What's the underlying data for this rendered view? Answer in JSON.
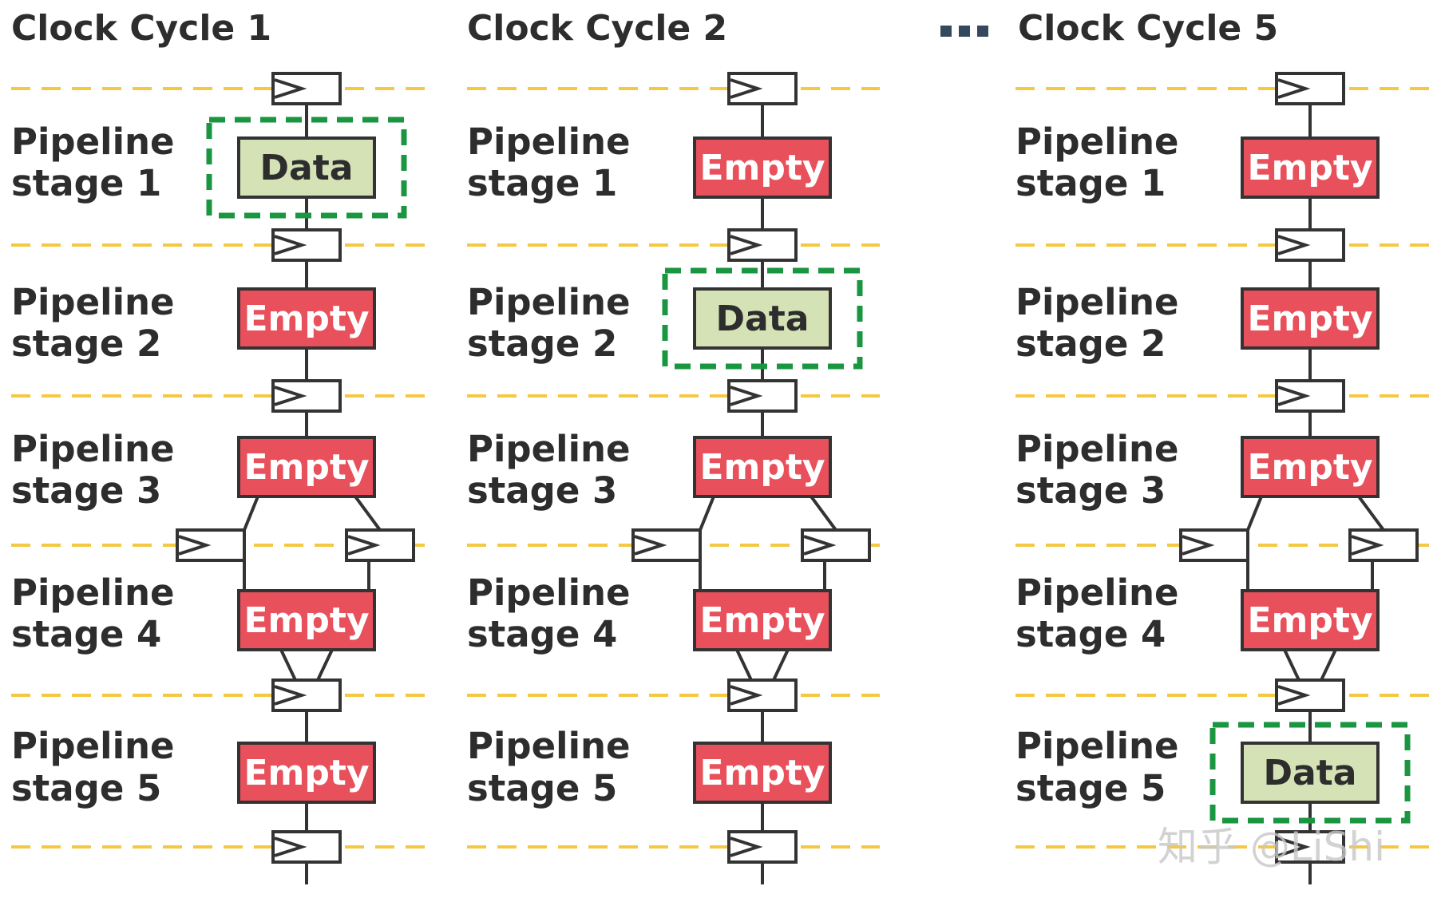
{
  "columns": [
    {
      "title": "Clock Cycle 1",
      "stages": [
        {
          "label_line1": "Pipeline",
          "label_line2": "stage 1",
          "state": "Data"
        },
        {
          "label_line1": "Pipeline",
          "label_line2": "stage 2",
          "state": "Empty"
        },
        {
          "label_line1": "Pipeline",
          "label_line2": "stage 3",
          "state": "Empty"
        },
        {
          "label_line1": "Pipeline",
          "label_line2": "stage 4",
          "state": "Empty"
        },
        {
          "label_line1": "Pipeline",
          "label_line2": "stage 5",
          "state": "Empty"
        }
      ]
    },
    {
      "title": "Clock Cycle 2",
      "stages": [
        {
          "label_line1": "Pipeline",
          "label_line2": "stage 1",
          "state": "Empty"
        },
        {
          "label_line1": "Pipeline",
          "label_line2": "stage 2",
          "state": "Data"
        },
        {
          "label_line1": "Pipeline",
          "label_line2": "stage 3",
          "state": "Empty"
        },
        {
          "label_line1": "Pipeline",
          "label_line2": "stage 4",
          "state": "Empty"
        },
        {
          "label_line1": "Pipeline",
          "label_line2": "stage 5",
          "state": "Empty"
        }
      ]
    },
    {
      "title": "Clock Cycle 5",
      "stages": [
        {
          "label_line1": "Pipeline",
          "label_line2": "stage 1",
          "state": "Empty"
        },
        {
          "label_line1": "Pipeline",
          "label_line2": "stage 2",
          "state": "Empty"
        },
        {
          "label_line1": "Pipeline",
          "label_line2": "stage 3",
          "state": "Empty"
        },
        {
          "label_line1": "Pipeline",
          "label_line2": "stage 4",
          "state": "Empty"
        },
        {
          "label_line1": "Pipeline",
          "label_line2": "stage 5",
          "state": "Data"
        }
      ]
    }
  ],
  "ellipsis_icon": "ellipsis-dots-icon",
  "register_icon": "register-clock-triangle-icon",
  "watermark": "知乎 @LiShi",
  "colors": {
    "empty_fill": "#e8505b",
    "empty_text": "#ffffff",
    "data_fill": "#d4e2b6",
    "data_text": "#2d2d2d",
    "highlight": "#1a9641",
    "boundary": "#f5c842",
    "wire": "#333333",
    "ellipsis": "#34495e"
  }
}
